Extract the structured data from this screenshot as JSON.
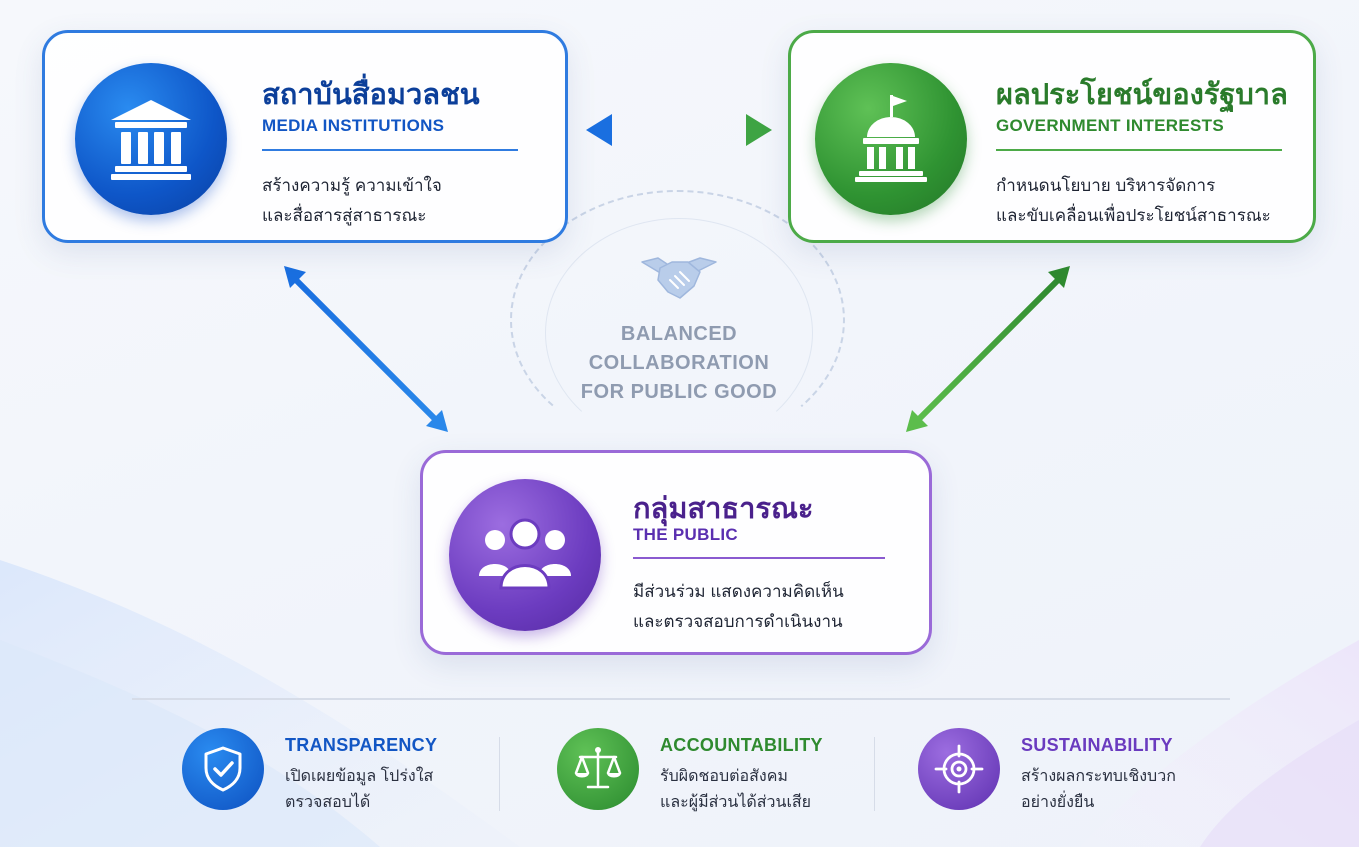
{
  "colors": {
    "media": "#1256c4",
    "government": "#2f8a2f",
    "public": "#6a3bbf",
    "center_text": "#8f9bb0"
  },
  "media": {
    "title_th": "สถาบันสื่อมวลชน",
    "title_en": "MEDIA INSTITUTIONS",
    "desc_line1": "สร้างความรู้ ความเข้าใจ",
    "desc_line2": "และสื่อสารสู่สาธารณะ",
    "icon": "institution-building-icon"
  },
  "government": {
    "title_th": "ผลประโยชน์ของรัฐบาล",
    "title_en": "GOVERNMENT INTERESTS",
    "desc_line1": "กำหนดนโยบาย บริหารจัดการ",
    "desc_line2": "และขับเคลื่อนเพื่อประโยชน์สาธารณะ",
    "icon": "capitol-building-icon"
  },
  "public": {
    "title_th": "กลุ่มสาธารณะ",
    "title_en": "THE PUBLIC",
    "desc_line1": "มีส่วนร่วม แสดงความคิดเห็น",
    "desc_line2": "และตรวจสอบการดำเนินงาน",
    "icon": "people-group-icon"
  },
  "center": {
    "line1": "BALANCED",
    "line2": "COLLABORATION",
    "line3": "FOR PUBLIC GOOD",
    "icon": "handshake-icon"
  },
  "values": [
    {
      "title": "TRANSPARENCY",
      "line1": "เปิดเผยข้อมูล โปร่งใส",
      "line2": "ตรวจสอบได้",
      "icon": "shield-check-icon"
    },
    {
      "title": "ACCOUNTABILITY",
      "line1": "รับผิดชอบต่อสังคม",
      "line2": "และผู้มีส่วนได้ส่วนเสีย",
      "icon": "scales-icon"
    },
    {
      "title": "SUSTAINABILITY",
      "line1": "สร้างผลกระทบเชิงบวก",
      "line2": "อย่างยั่งยืน",
      "icon": "target-icon"
    }
  ]
}
